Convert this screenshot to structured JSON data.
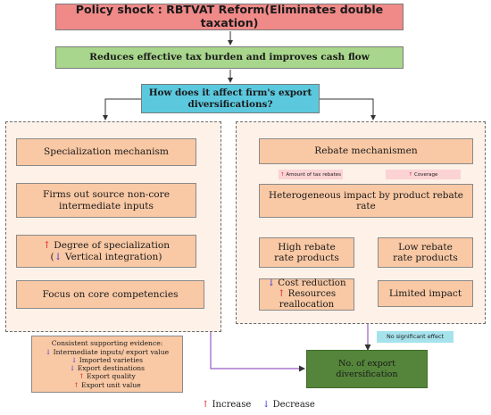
{
  "policy_title": "Policy shock : RBTVAT Reform(Eliminates double taxation)",
  "effect_box": "Reduces effective tax burden and improves cash flow",
  "question": {
    "line1": "How does it affect firm's export",
    "line2": "diversifications?"
  },
  "left": {
    "specialization": "Specialization mechanism",
    "outsource_line1": "Firms out source non-core",
    "outsource_line2": "intermediate inputs",
    "degree": "Degree of specialization",
    "vertical": "Vertical integration)",
    "vertical_prefix": "(",
    "focus": "Focus on core competencies"
  },
  "evidence": {
    "title": "Consistent supporting evidence:",
    "items": [
      {
        "arrow": "↓",
        "text": "Intermediate inputs/ export value"
      },
      {
        "arrow": "↓",
        "text": "Imported varieties"
      },
      {
        "arrow": "↓",
        "text": "Export destinations"
      },
      {
        "arrow": "↑",
        "text": "Export quality"
      },
      {
        "arrow": "↑",
        "text": "Export unit value"
      }
    ]
  },
  "right": {
    "rebate": "Rebate mechanismen",
    "tax_rebates": "Amount of tax rebates",
    "coverage": "Coverage",
    "heterogeneous": "Heterogeneous impact by product rebate rate",
    "high_line1": "High rebate",
    "high_line2": "rate products",
    "low_line1": "Low rebate",
    "low_line2": "rate products",
    "cost": "Cost reduction",
    "resources_line1": "Resources",
    "resources_line2": "reallocation",
    "limited": "Limited impact",
    "no_effect": "No significant effect"
  },
  "outcome": "No. of export diversification",
  "legend": {
    "increase_symbol": "↑",
    "increase": "Increase",
    "decrease_symbol": "↓",
    "decrease": "Decrease"
  },
  "colors": {
    "policy": "#f08a88",
    "effect": "#a8d68c",
    "question": "#5bc8de",
    "box": "#f9c8a4",
    "panel": "#fdf1e8",
    "outcome": "#54853a",
    "no_effect": "#a6e2ec",
    "pill": "#fbd3d5",
    "purple_line": "#9b59c6",
    "increase": "#e0262b",
    "decrease": "#3a36d8"
  }
}
